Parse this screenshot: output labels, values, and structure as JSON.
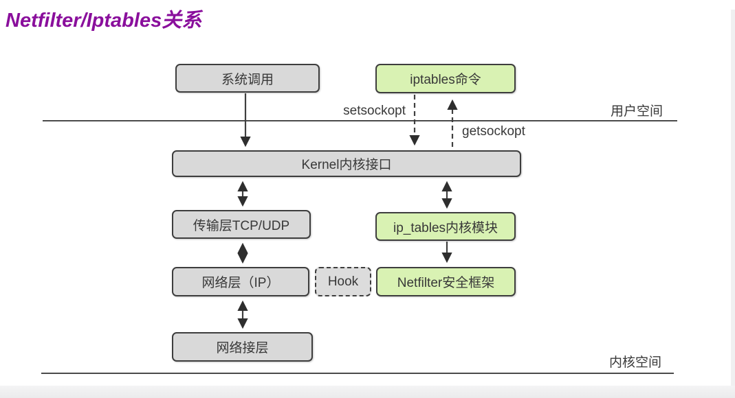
{
  "title": "Netfilter/Iptables关系",
  "labels": {
    "setsockopt": "setsockopt",
    "getsockopt": "getsockopt",
    "user_space": "用户空间",
    "kernel_space": "内核空间"
  },
  "nodes": {
    "system_call": {
      "label": "系统调用",
      "type": "gray"
    },
    "iptables_cmd": {
      "label": "iptables命令",
      "type": "green"
    },
    "kernel_interface": {
      "label": "Kernel内核接口",
      "type": "gray"
    },
    "transport_layer": {
      "label": "传输层TCP/UDP",
      "type": "gray"
    },
    "ip_tables_module": {
      "label": "ip_tables内核模块",
      "type": "green"
    },
    "network_layer": {
      "label": "网络层（IP）",
      "type": "gray"
    },
    "hook": {
      "label": "Hook",
      "type": "dashed"
    },
    "netfilter_framework": {
      "label": "Netfilter安全框架",
      "type": "green"
    },
    "network_interface_layer": {
      "label": "网络接层",
      "type": "gray"
    }
  },
  "colors": {
    "purple": "#8a0f9c",
    "gray_fill": "#d9d9d9",
    "green_fill": "#d9f2b3",
    "border": "#3d3d3d",
    "line": "#4a4a4a",
    "text": "#383838",
    "bg_edge": "#ebebec"
  }
}
